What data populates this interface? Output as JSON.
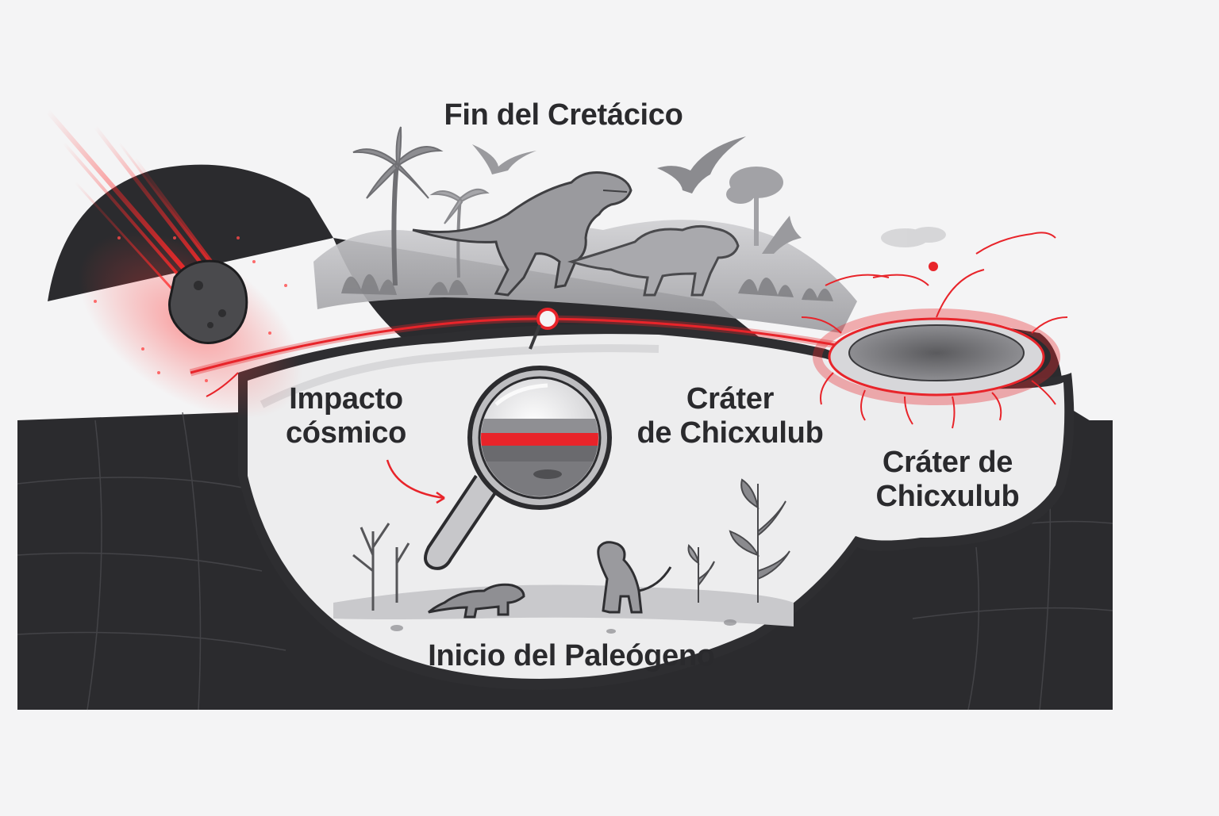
{
  "labels": {
    "top_title": "Fin del Cretácico",
    "impact_line1": "Impacto",
    "impact_line2": "cósmico",
    "crater_center_line1": "Cráter",
    "crater_center_line2": "de Chicxulub",
    "crater_right_line1": "Cráter de",
    "crater_right_line2": "Chicxulub",
    "bottom_title": "Inicio del Paleógeno"
  },
  "colors": {
    "background": "#f4f4f5",
    "dark_ground": "#2b2b2e",
    "accent_red": "#e8242a",
    "stroke": "#3a3a3d",
    "panel": "#ededee"
  },
  "icons": [
    "asteroid-icon",
    "magnifier-icon",
    "crater-icon",
    "t-rex-icon",
    "pterosaur-icon",
    "palm-tree-icon",
    "mammal-icon",
    "plant-icon"
  ]
}
